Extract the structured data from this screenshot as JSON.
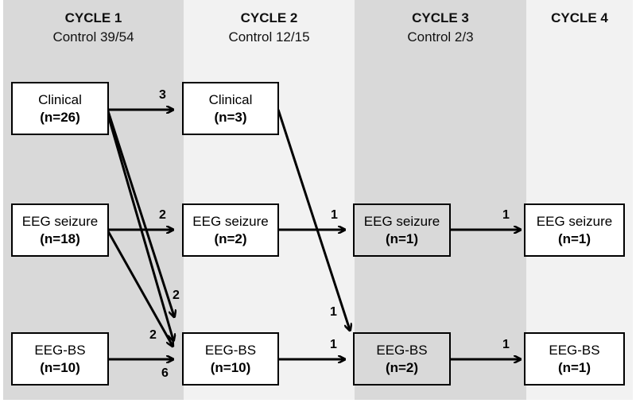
{
  "cycles": [
    {
      "title": "CYCLE 1",
      "control": "Control 39/54"
    },
    {
      "title": "CYCLE 2",
      "control": "Control 12/15"
    },
    {
      "title": "CYCLE 3",
      "control": "Control 2/3"
    },
    {
      "title": "CYCLE 4",
      "control": ""
    }
  ],
  "boxes": {
    "c1_clinical": {
      "label": "Clinical",
      "n": "(n=26)"
    },
    "c1_eeg_seizure": {
      "label": "EEG seizure",
      "n": "(n=18)"
    },
    "c1_eeg_bs": {
      "label": "EEG-BS",
      "n": "(n=10)"
    },
    "c2_clinical": {
      "label": "Clinical",
      "n": "(n=3)"
    },
    "c2_eeg_seizure": {
      "label": "EEG seizure",
      "n": "(n=2)"
    },
    "c2_eeg_bs": {
      "label": "EEG-BS",
      "n": "(n=10)"
    },
    "c3_eeg_seizure": {
      "label": "EEG seizure",
      "n": "(n=1)"
    },
    "c3_eeg_bs": {
      "label": "EEG-BS",
      "n": "(n=2)"
    },
    "c4_eeg_seizure": {
      "label": "EEG seizure",
      "n": "(n=1)"
    },
    "c4_eeg_bs": {
      "label": "EEG-BS",
      "n": "(n=1)"
    }
  },
  "arrow_labels": {
    "c1_clin_to_c2_clin": "3",
    "c1_eeg_to_c2_eeg": "2",
    "c1_clin_to_c2_bs": "2",
    "c1_eeg_to_c2_bs": "2",
    "c1_bs_to_c2_bs": "6",
    "c2_eeg_to_c3_eeg": "1",
    "c2_clin_to_c3_bs": "1",
    "c2_bs_to_c3_bs": "1",
    "c3_eeg_to_c4_eeg": "1",
    "c3_bs_to_c4_bs": "1"
  }
}
